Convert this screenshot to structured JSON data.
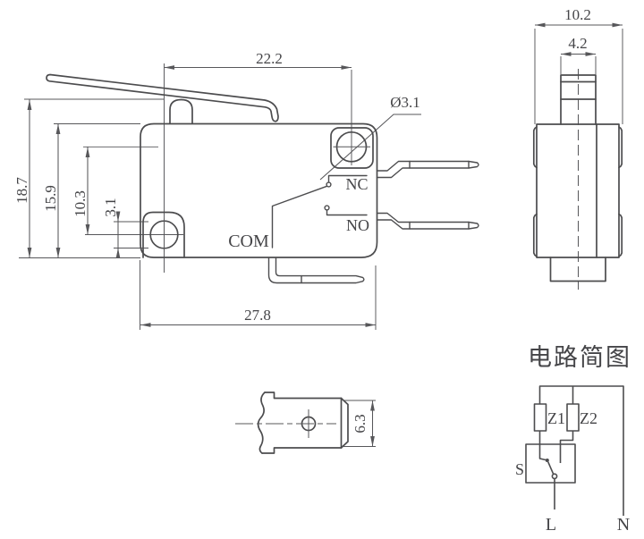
{
  "colors": {
    "line": "#4c4c4e",
    "dimension": "#57575a",
    "text": "#454548",
    "background": "#ffffff"
  },
  "front_view": {
    "dim_hole_spacing_horizontal": "22.2",
    "dim_total_height": "18.7",
    "dim_body_height": "15.9",
    "dim_hole_spacing_vertical": "10.3",
    "dim_hole_diameter_small": "3.1",
    "hole_diameter_callout": "Ø3.1",
    "dim_body_width": "27.8",
    "label_nc": "NC",
    "label_no": "NO",
    "label_com": "COM"
  },
  "side_view": {
    "dim_overall_width": "10.2",
    "dim_button_width": "4.2"
  },
  "terminal_detail": {
    "dim_tab_width": "6.3"
  },
  "circuit_diagram": {
    "title": "电路简图",
    "label_z1": "Z1",
    "label_z2": "Z2",
    "label_switch": "S",
    "label_live": "L",
    "label_neutral": "N"
  }
}
